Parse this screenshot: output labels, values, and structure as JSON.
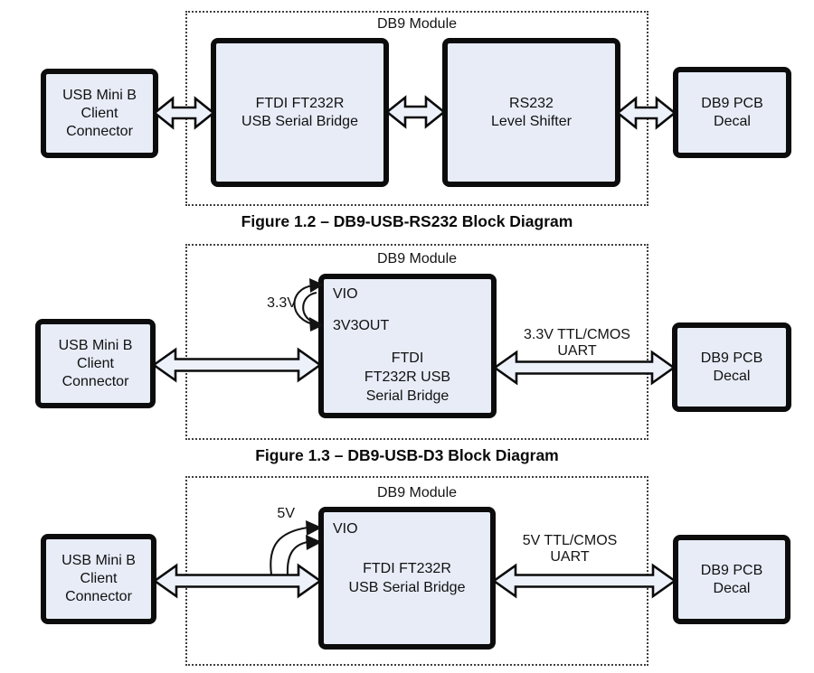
{
  "colors": {
    "background": "#ffffff",
    "block_fill": "#e7ecf7",
    "block_border": "#0c0c0c",
    "arrow_fill": "#edf1fa",
    "dotted_border": "#3f3f3f",
    "text": "#111111"
  },
  "diagrams": [
    {
      "module_label": "DB9 Module",
      "caption": "Figure 1.2 – DB9-USB-RS232 Block Diagram",
      "blocks": {
        "usb": {
          "lines": [
            "USB Mini B",
            "Client",
            "Connector"
          ]
        },
        "ftdi": {
          "lines": [
            "FTDI FT232R",
            "USB Serial Bridge"
          ]
        },
        "rs232": {
          "lines": [
            "RS232",
            "Level Shifter"
          ]
        },
        "db9": {
          "lines": [
            "DB9 PCB",
            "Decal"
          ]
        }
      }
    },
    {
      "module_label": "DB9 Module",
      "caption": "Figure 1.3 – DB9-USB-D3 Block Diagram",
      "voltage_label": "3.3V",
      "pins": {
        "top": "VIO",
        "bottom": "3V3OUT"
      },
      "uart_label": {
        "line1": "3.3V TTL/CMOS",
        "line2": "UART"
      },
      "blocks": {
        "usb": {
          "lines": [
            "USB Mini B",
            "Client",
            "Connector"
          ]
        },
        "ftdi": {
          "lines": [
            "FTDI",
            "FT232R USB",
            "Serial Bridge"
          ]
        },
        "db9": {
          "lines": [
            "DB9 PCB",
            "Decal"
          ]
        }
      }
    },
    {
      "module_label": "DB9 Module",
      "voltage_label": "5V",
      "pins": {
        "top": "VIO"
      },
      "uart_label": {
        "line1": "5V TTL/CMOS",
        "line2": "UART"
      },
      "blocks": {
        "usb": {
          "lines": [
            "USB Mini B",
            "Client",
            "Connector"
          ]
        },
        "ftdi": {
          "lines": [
            "FTDI FT232R",
            "USB Serial Bridge"
          ]
        },
        "db9": {
          "lines": [
            "DB9 PCB",
            "Decal"
          ]
        }
      }
    }
  ]
}
